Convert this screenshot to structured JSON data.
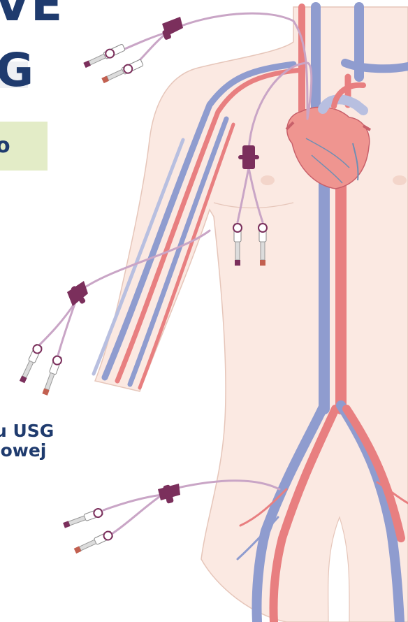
{
  "heading": {
    "title_line_1": "VE",
    "title_line_2": "G",
    "subtitle": "o"
  },
  "caption": {
    "line_1": "u USG",
    "line_2": "iowej"
  },
  "colors": {
    "navy_text": "#1f3b6e",
    "subtitle_bg": "#e3ecc7",
    "body_skin": "#fbe9e2",
    "body_outline": "#e6c6ba",
    "artery_red": "#e87f80",
    "vein_blue": "#8f9ccf",
    "catheter_purple": "#7b2f5c",
    "catheter_line": "#c9a5c6"
  },
  "icons": [
    "heart-icon",
    "catheter-hub-icon",
    "luer-connector-icon"
  ]
}
